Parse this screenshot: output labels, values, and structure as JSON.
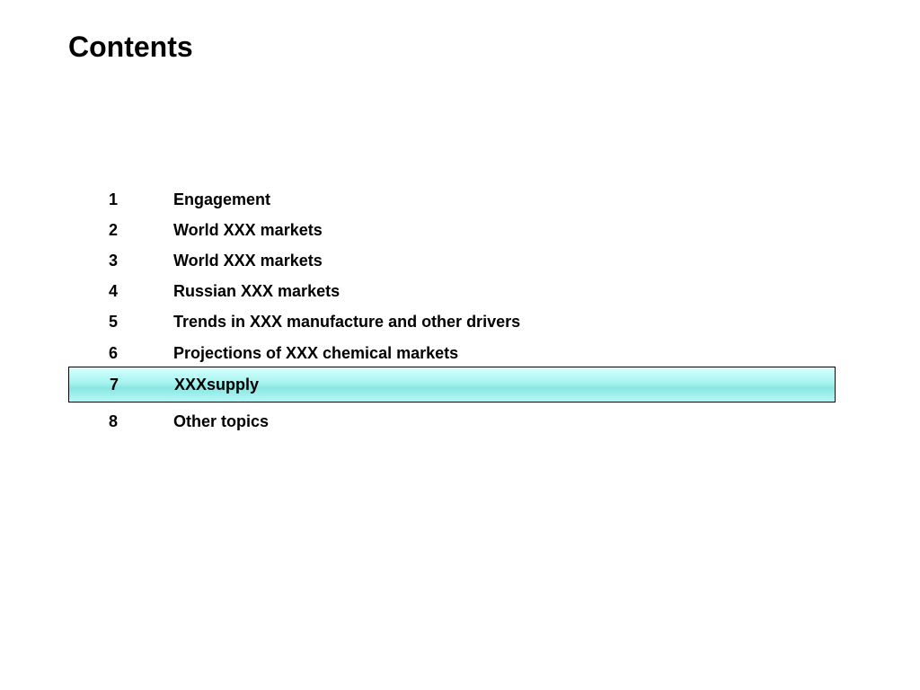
{
  "page": {
    "title": "Contents"
  },
  "toc": {
    "highlight_color": "#a6f4f0",
    "items": [
      {
        "number": "1",
        "label": "Engagement"
      },
      {
        "number": "2",
        "label": "World XXX markets"
      },
      {
        "number": "3",
        "label": "World XXX markets"
      },
      {
        "number": "4",
        "label": "Russian XXX markets"
      },
      {
        "number": "5",
        "label": "Trends in XXX manufacture and other drivers"
      },
      {
        "number": "6",
        "label": "Projections of XXX chemical markets"
      },
      {
        "number": "7",
        "label": "XXXsupply",
        "active": true
      },
      {
        "number": "8",
        "label": "Other topics"
      }
    ]
  }
}
